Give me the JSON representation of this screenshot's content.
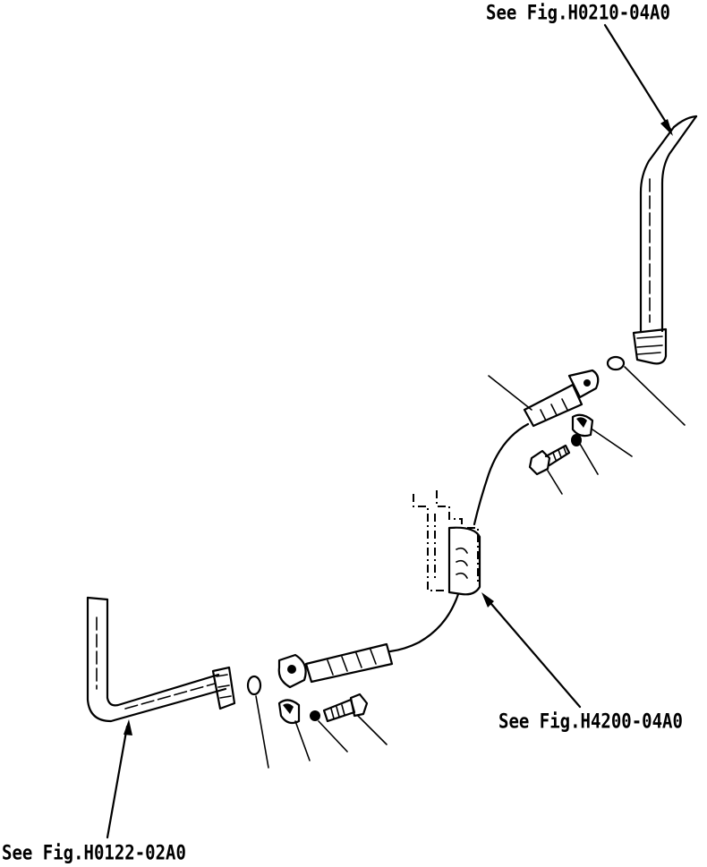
{
  "labels": {
    "top_ref": "See Fig.H0210-04A0",
    "middle_ref": "See Fig.H4200-04A0",
    "bottom_ref": "See Fig.H0122-02A0"
  },
  "colors": {
    "ink": "#000000",
    "background": "#ffffff"
  }
}
